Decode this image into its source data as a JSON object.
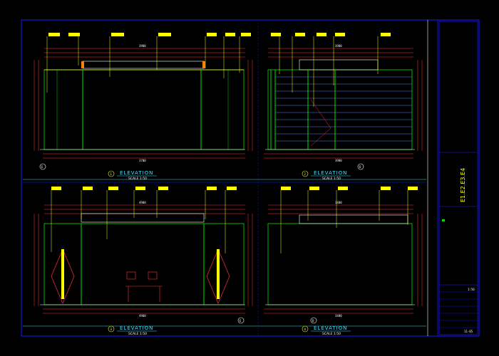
{
  "drawing": {
    "sheet_code": "E1.E2.E3.E4",
    "sheet_number": "11-05",
    "scale_value": "1:50",
    "colors": {
      "background": "#000000",
      "frame": "#1a1aff",
      "wall": "#00e000",
      "ceiling": "#ffff00",
      "dims": "#ff3030",
      "leaders": "#ffff00",
      "label_text": "#40e0ff"
    }
  },
  "elevations": [
    {
      "id": "p1",
      "number": "1",
      "title": "ELEVATION",
      "scale": "SCALE 1:50",
      "grid_left": "E",
      "grid_right": "",
      "dim_top": "3900",
      "dim_bottom": "3700"
    },
    {
      "id": "p2",
      "number": "2",
      "title": "ELEVATION",
      "scale": "SCALE 1:50",
      "grid_left": "",
      "grid_right": "D",
      "dim_top": "3900",
      "dim_bottom": "3900"
    },
    {
      "id": "p3",
      "number": "3",
      "title": "ELEVATION",
      "scale": "SCALE 1:50",
      "grid_left": "",
      "grid_right": "E",
      "dim_top": "4900",
      "dim_bottom": "4900"
    },
    {
      "id": "p4",
      "number": "4",
      "title": "ELEVATION",
      "scale": "SCALE 1:50",
      "grid_left": "",
      "grid_right": "D",
      "dim_top": "3400",
      "dim_bottom": "3400"
    }
  ],
  "title_block": {
    "rows": [
      {
        "label": "",
        "value": "1:50"
      },
      {
        "label": "",
        "value": ""
      },
      {
        "label": "",
        "value": ""
      },
      {
        "label": "",
        "value": ""
      },
      {
        "label": "",
        "value": ""
      },
      {
        "label": "",
        "value": ""
      }
    ]
  }
}
